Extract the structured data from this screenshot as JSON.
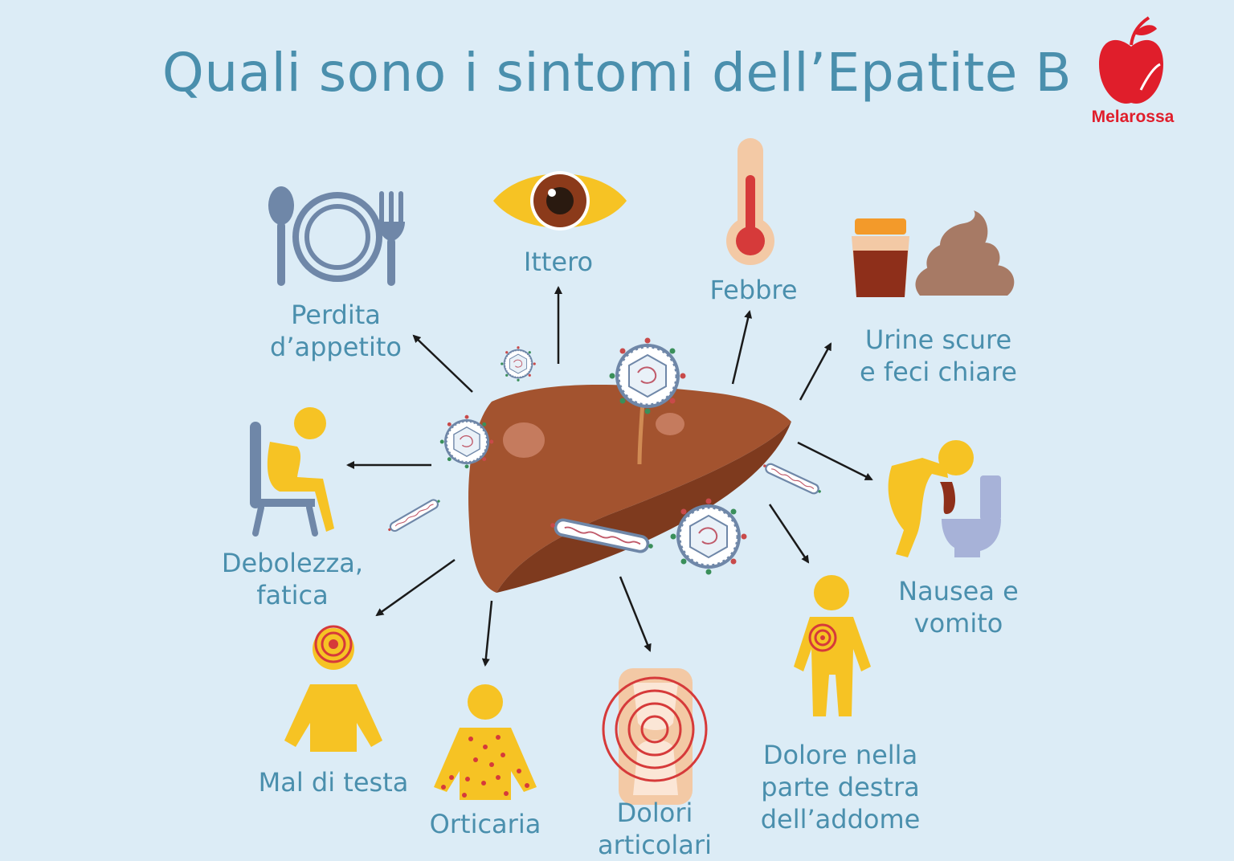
{
  "title": "Quali sono i sintomi dell’Epatite B",
  "brand": {
    "name": "Melarossa",
    "color": "#e01e2b"
  },
  "colors": {
    "background": "#dcecf6",
    "text": "#4a8fad",
    "liver": "#a3532f",
    "figure": "#f6c324",
    "utensils": "#6f87a8",
    "arrow": "#1a1a1a"
  },
  "symptoms": {
    "appetite": "Perdita\nd’appetito",
    "jaundice": "Ittero",
    "fever": "Febbre",
    "urine": "Urine scure\ne feci chiare",
    "weakness": "Debolezza,\nfatica",
    "nausea": "Nausea e\nvomito",
    "headache": "Mal di testa",
    "hives": "Orticaria",
    "joints": "Dolori\narticolari",
    "abdomen": "Dolore nella\nparte destra\ndell’addome"
  },
  "icons": [
    "cutlery-icon",
    "eye-icon",
    "thermometer-icon",
    "urine-glass-icon",
    "stool-icon",
    "sitting-person-icon",
    "vomiting-person-icon",
    "headache-person-icon",
    "rash-person-icon",
    "knee-joint-icon",
    "abdominal-pain-person-icon",
    "liver-icon",
    "virus-icon",
    "apple-logo-icon"
  ]
}
